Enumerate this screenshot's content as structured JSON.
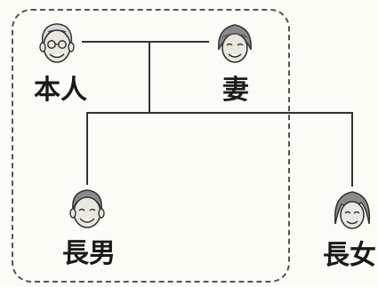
{
  "family": {
    "self": {
      "label": "本人",
      "icon": "old-man-face-icon"
    },
    "wife": {
      "label": "妻",
      "icon": "old-woman-face-icon"
    },
    "eldest_son": {
      "label": "長男",
      "icon": "man-face-icon"
    },
    "eldest_daughter": {
      "label": "長女",
      "icon": "woman-face-icon"
    }
  }
}
